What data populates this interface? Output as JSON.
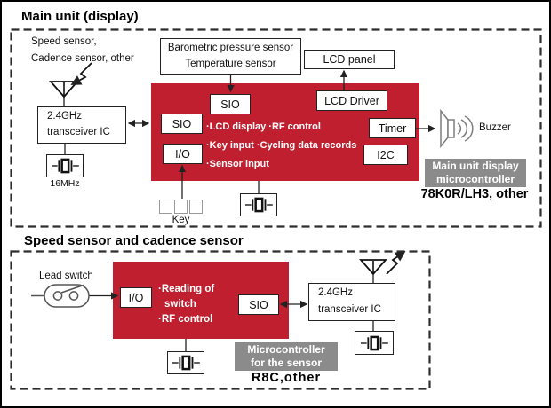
{
  "colors": {
    "block_red": "#c01f2f",
    "label_gray": "#8b8b8b"
  },
  "main_unit": {
    "title": "Main unit (display)",
    "wireless_source": {
      "line1": "Speed sensor,",
      "line2": "Cadence sensor, other"
    },
    "sensor_box": {
      "line1": "Barometric pressure sensor",
      "line2": "Temperature sensor"
    },
    "lcd_panel_label": "LCD panel",
    "lcd_driver_label": "LCD Driver",
    "sio_top_label": "SIO",
    "sio_left_label": "SIO",
    "io_label": "I/O",
    "timer_label": "Timer",
    "i2c_label": "I2C",
    "functions": {
      "line1": "·LCD display ·RF control",
      "line2": "·Key input ·Cycling data records",
      "line3": "·Sensor input"
    },
    "transceiver": {
      "line1": "2.4GHz",
      "line2": "transceiver IC"
    },
    "crystal_label": "16MHz",
    "key_label": "Key",
    "buzzer_label": "Buzzer",
    "mcu_tag": {
      "line1": "Main unit display",
      "line2": "microcontroller"
    },
    "mcu_name": "78K0R/LH3, other"
  },
  "sensor_unit": {
    "title": "Speed sensor and cadence sensor",
    "lead_switch_label": "Lead switch",
    "io_label": "I/O",
    "functions": {
      "line1": "·Reading of",
      "line2": "switch",
      "line3": "·RF control"
    },
    "sio_label": "SIO",
    "transceiver": {
      "line1": "2.4GHz",
      "line2": "transceiver IC"
    },
    "mcu_tag": {
      "line1": "Microcontroller",
      "line2": "for the sensor"
    },
    "mcu_name": "R8C,other"
  }
}
